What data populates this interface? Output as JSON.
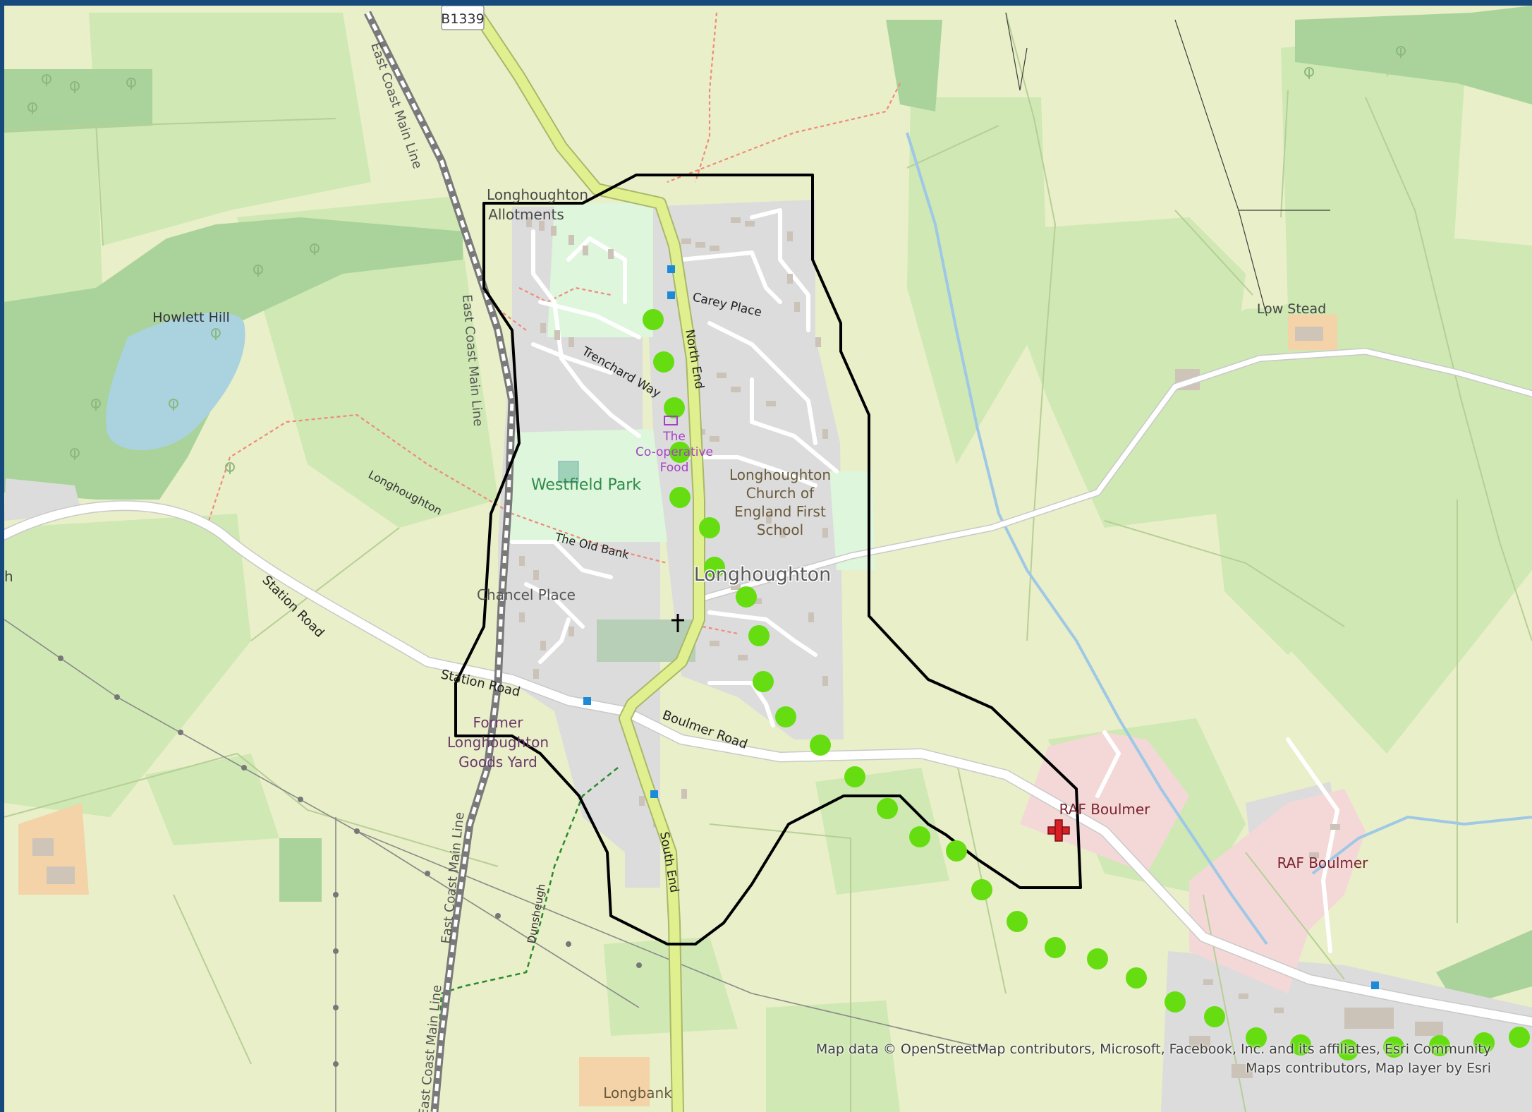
{
  "map": {
    "colors": {
      "land": "#e9efc8",
      "field": "#cfe8b4",
      "wood": "#a9d39a",
      "park": "#ddf6dc",
      "residential": "#dcdcdc",
      "military": "#f4d8d8",
      "water": "#aad3df",
      "road": "#ffffff",
      "primary_road": "#e1f08e",
      "boundary": "#000000",
      "route_dots": "#66dd11"
    },
    "labels": {
      "b1339": "B1339",
      "east_coast_main_line": "East Coast Main Line",
      "allotments": "Longhoughton Allotments",
      "carey_place": "Carey Place",
      "north_end": "North End",
      "trenchard_way": "Trenchard Way",
      "howlett_hill": "Howlett Hill",
      "coop_food": "The Co-operative Food",
      "westfield_park": "Westfield Park",
      "church_school": "Longhoughton Church of England First School",
      "low_stead": "Low Stead",
      "longhoughton_path": "Longhoughton",
      "the_old_bank": "The Old Bank",
      "longhoughton": "Longhoughton",
      "station_road": "Station Road",
      "chancel_place": "Chancel Place",
      "boulmer_road": "Boulmer Road",
      "goods_yard": "Former Longhoughton Goods Yard",
      "raf_boulmer": "RAF Boulmer",
      "south_end": "South End",
      "dunsheugh": "Dunsheugh",
      "longbank": "Longbank",
      "edge_h": "h"
    },
    "icons": {
      "church": "church-cross-icon",
      "hospital": "red-cross-icon",
      "shop": "shop-icon",
      "bus_stop": "bus-stop-icon"
    },
    "attribution": "Map data © OpenStreetMap contributors, Microsoft, Facebook, Inc. and its affiliates, Esri Community Maps contributors, Map layer by Esri"
  }
}
